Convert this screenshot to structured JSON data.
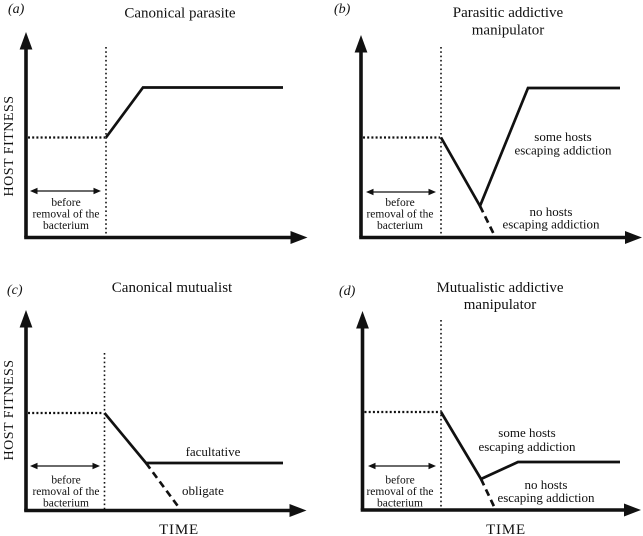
{
  "figure": {
    "background_color": "#ffffff",
    "ink_color": "#111111",
    "panels": [
      {
        "label": "(a)",
        "title_lines": [
          "Canonical parasite"
        ],
        "y_axis_label": "HOST FITNESS",
        "x_axis_label": "",
        "interval_label": [
          "before",
          "removal of the",
          "bacterium"
        ],
        "annotations": {
          "upper": [],
          "lower": []
        }
      },
      {
        "label": "(b)",
        "title_lines": [
          "Parasitic addictive",
          "manipulator"
        ],
        "y_axis_label": "",
        "x_axis_label": "",
        "interval_label": [
          "before",
          "removal of the",
          "bacterium"
        ],
        "annotations": {
          "upper": [
            "some hosts",
            "escaping addiction"
          ],
          "lower": [
            "no hosts",
            "escaping addiction"
          ]
        }
      },
      {
        "label": "(c)",
        "title_lines": [
          "Canonical mutualist"
        ],
        "y_axis_label": "HOST FITNESS",
        "x_axis_label": "TIME",
        "interval_label": [
          "before",
          "removal of the",
          "bacterium"
        ],
        "annotations": {
          "upper": [
            "facultative"
          ],
          "lower": [
            "obligate"
          ]
        }
      },
      {
        "label": "(d)",
        "title_lines": [
          "Mutualistic addictive",
          "manipulator"
        ],
        "y_axis_label": "",
        "x_axis_label": "TIME",
        "interval_label": [
          "before",
          "removal of the",
          "bacterium"
        ],
        "annotations": {
          "upper": [
            "some hosts",
            "escaping addiction"
          ],
          "lower": [
            "no hosts",
            "escaping addiction"
          ]
        }
      }
    ]
  }
}
